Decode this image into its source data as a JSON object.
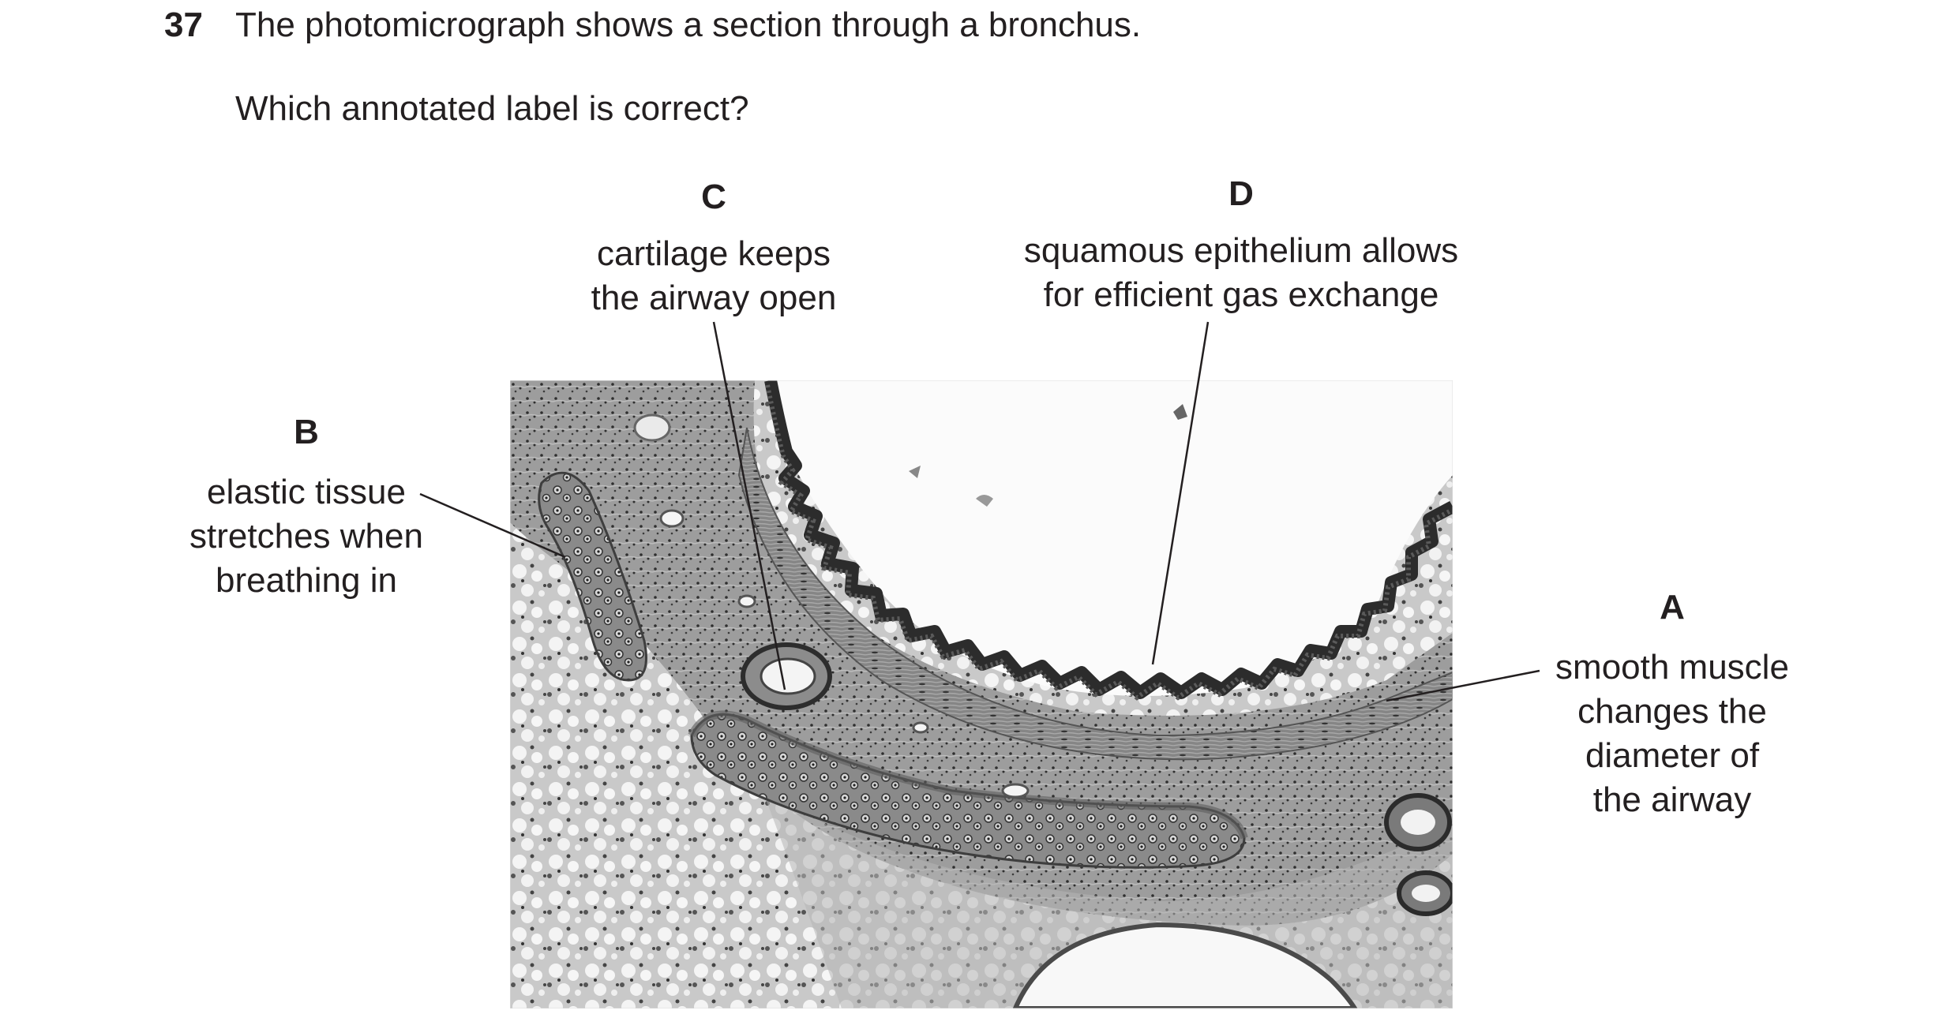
{
  "question": {
    "number": "37",
    "stem": "The photomicrograph shows a section through a bronchus.",
    "prompt": "Which annotated label is correct?"
  },
  "labels": {
    "A": {
      "letter": "A",
      "lines": [
        "smooth muscle",
        "changes the",
        "diameter of",
        "the airway"
      ]
    },
    "B": {
      "letter": "B",
      "lines": [
        "elastic tissue",
        "stretches when",
        "breathing in"
      ]
    },
    "C": {
      "letter": "C",
      "lines": [
        "cartilage keeps",
        "the airway open"
      ]
    },
    "D": {
      "letter": "D",
      "lines": [
        "squamous epithelium allows",
        "for efficient gas exchange"
      ]
    }
  },
  "figure": {
    "image": "photomicrograph-bronchus-section",
    "colors": {
      "background": "#ffffff",
      "tissue_dark": "#3a3a3a",
      "tissue_mid": "#7a7a7a",
      "tissue_light": "#bdbdbd",
      "lumen": "#fbfbfb",
      "text": "#231f20"
    }
  }
}
